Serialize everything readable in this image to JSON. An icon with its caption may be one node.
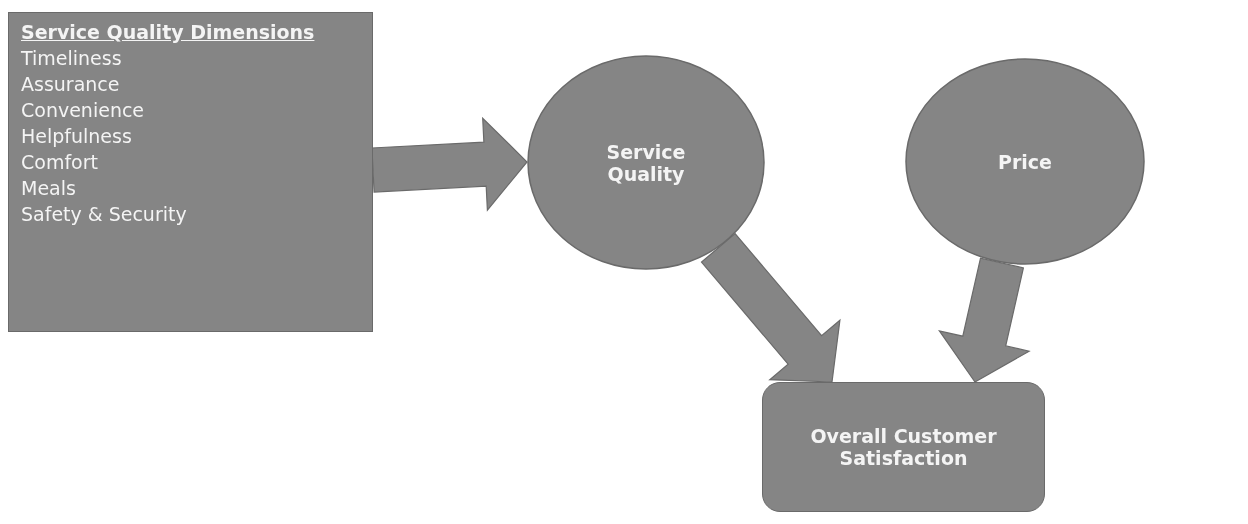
{
  "diagram": {
    "nodes": [
      {
        "text": [
          "Service Quality Dimensions",
          "Timeliness",
          "Assurance",
          "Convenience",
          "Helpfulness",
          "Comfort",
          "Meals",
          "Safety & Security"
        ]
      },
      {
        "text": [
          "Service Quality"
        ]
      },
      {
        "text": [
          "Price"
        ]
      },
      {
        "text": [
          "Overall Customer Satisfaction"
        ]
      }
    ],
    "edges": [
      {
        "from": 0,
        "to": 1,
        "arrow": "to"
      },
      {
        "from": 1,
        "to": 3,
        "arrow": "to"
      },
      {
        "from": 2,
        "to": 3,
        "arrow": "to"
      }
    ]
  }
}
